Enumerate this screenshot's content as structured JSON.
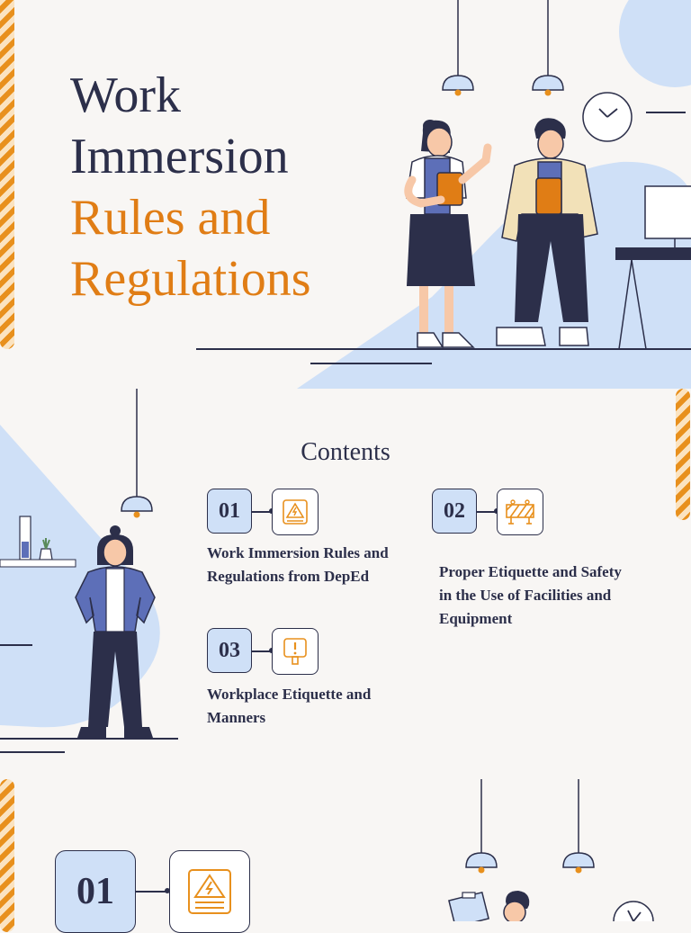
{
  "cover": {
    "title_line1": "Work",
    "title_line2": "Immersion",
    "title_line3": "Rules and",
    "title_line4": "Regulations"
  },
  "contents": {
    "heading": "Contents",
    "items": [
      {
        "number": "01",
        "label": "Work Immersion Rules and Regulations from DepEd",
        "icon": "warning-sign-icon"
      },
      {
        "number": "02",
        "label": "Proper Etiquette and Safety in the Use of Facilities and Equipment",
        "icon": "construction-barrier-icon"
      },
      {
        "number": "03",
        "label": "Workplace Etiquette and Manners",
        "icon": "exclamation-sign-icon"
      }
    ]
  },
  "section": {
    "number": "01",
    "icon": "electric-warning-icon"
  },
  "colors": {
    "navy": "#2c2f4a",
    "orange": "#e07d15",
    "light_blue": "#cfe0f7",
    "background": "#f8f6f4"
  }
}
